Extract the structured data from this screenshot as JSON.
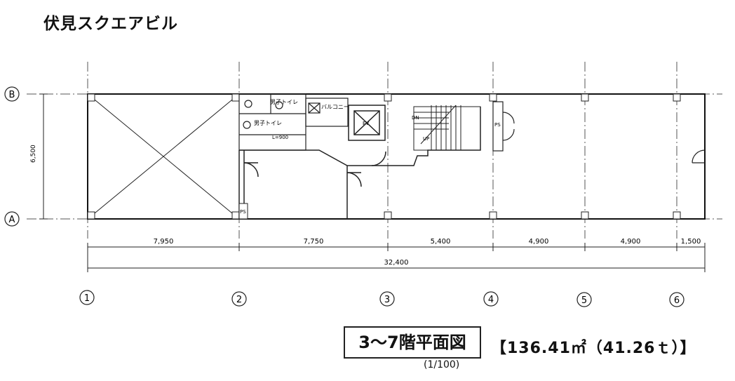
{
  "title": "伏見スクエアビル",
  "axes": {
    "rows": [
      "B",
      "A"
    ],
    "columns": [
      "1",
      "2",
      "3",
      "4",
      "5",
      "6"
    ]
  },
  "dimensions": {
    "height": "6,500",
    "spans": [
      "7,950",
      "7,750",
      "5,400",
      "4,900",
      "4,900",
      "1,500"
    ],
    "total": "32,400"
  },
  "rooms": {
    "mens_toilet_1": "男子トイレ",
    "mens_toilet_2": "男子トイレ",
    "balcony": "バルコニー",
    "ev": "EV",
    "ps": "PS",
    "ps_right": "PS",
    "dn": "DN",
    "up": "UP",
    "l900": "L=900"
  },
  "caption": {
    "label": "3～7階平面図",
    "scale": "(1/100)",
    "area": "【136.41㎡（41.26ｔ）】"
  }
}
